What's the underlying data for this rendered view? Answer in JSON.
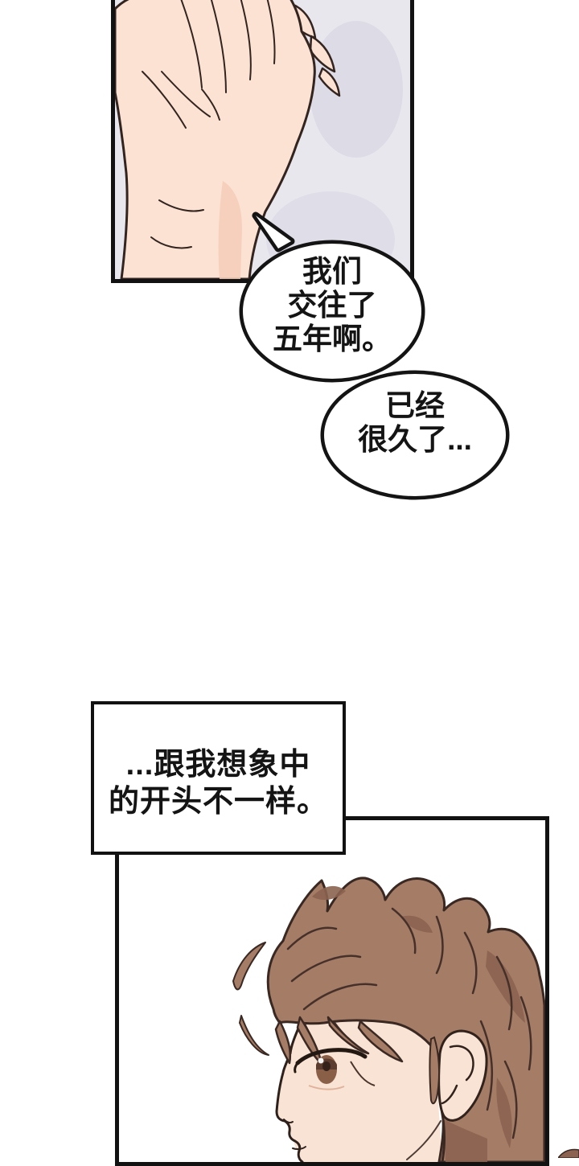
{
  "page": {
    "type": "webtoon-comic-page",
    "language": "zh",
    "background_color": "#ffffff",
    "text_color": "#141414",
    "panel_border_color": "#121212"
  },
  "panels": {
    "top": {
      "description": "close-up of two hands pressed together against a gray wall",
      "bg_color": "#e8e7ee",
      "shadow_color": "#d8d7e3",
      "skin_color": "#fbe2d3",
      "skin_shade_color": "#f5cdb9",
      "outline_color": "#33241f"
    },
    "bottom": {
      "description": "young man in left-facing profile with wavy brown hair",
      "bg_color": "#ffffff",
      "hair_color": "#a57c65",
      "hair_shade_color": "#8b6350",
      "hair_line_color": "#45302a",
      "skin_color": "#f9e3d4",
      "iris_color": "#8a5f48"
    }
  },
  "bubbles": {
    "first": {
      "shape": "speech-bubble-with-tail",
      "lines": [
        "我们",
        "交往了",
        "五年啊。"
      ]
    },
    "second": {
      "shape": "speech-bubble",
      "lines": [
        "已经",
        "很久了..."
      ]
    }
  },
  "caption": {
    "shape": "rectangular-narration-box",
    "lines": [
      "...跟我想象中",
      "的开头不一样。"
    ]
  }
}
